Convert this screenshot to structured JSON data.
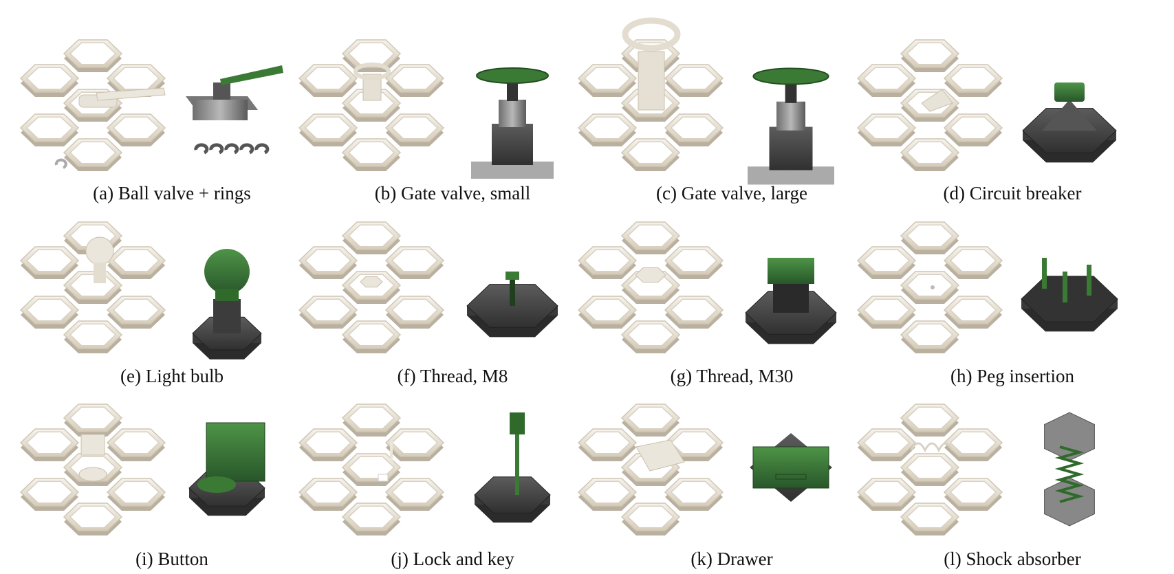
{
  "captions": [
    {
      "id": "a",
      "text": "(a) Ball valve + rings"
    },
    {
      "id": "b",
      "text": "(b) Gate valve, small"
    },
    {
      "id": "c",
      "text": "(c) Gate valve, large"
    },
    {
      "id": "d",
      "text": "(d) Circuit breaker"
    },
    {
      "id": "e",
      "text": "(e) Light bulb"
    },
    {
      "id": "f",
      "text": "(f) Thread, M8"
    },
    {
      "id": "g",
      "text": "(g) Thread, M30"
    },
    {
      "id": "h",
      "text": "(h) Peg insertion"
    },
    {
      "id": "i",
      "text": "(i) Button"
    },
    {
      "id": "j",
      "text": "(j) Lock and key"
    },
    {
      "id": "k",
      "text": "(k) Drawer"
    },
    {
      "id": "l",
      "text": "(l) Shock absorber"
    }
  ],
  "colors": {
    "board": "#eeeae2",
    "board_edge": "#b9b0a0",
    "part_green": "#3b7a35",
    "part_dark": "#4a4a4a",
    "part_metal": "#8c8c8c"
  }
}
